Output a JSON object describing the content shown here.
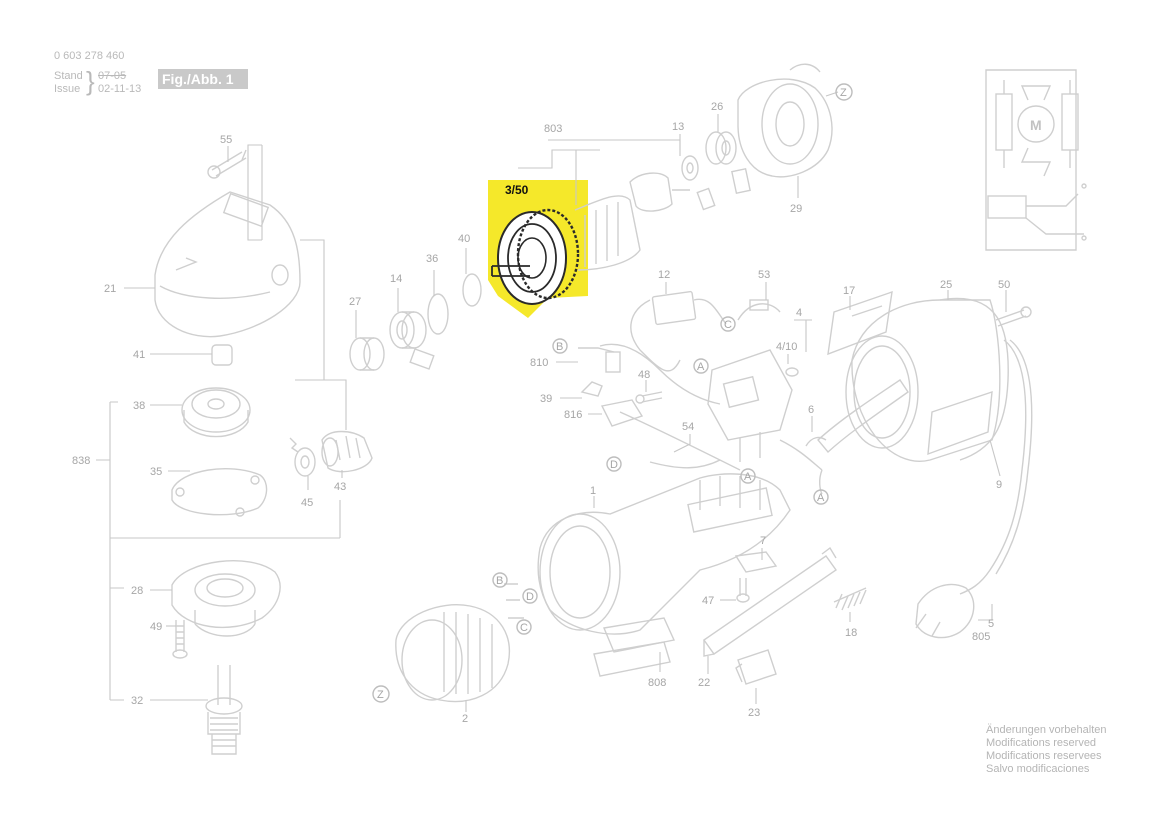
{
  "header": {
    "part_number": "0 603 278 460",
    "stand_label": "Stand",
    "stand_value": "07-05",
    "issue_label": "Issue",
    "issue_value": "02-11-13",
    "figure_label": "Fig./Abb. 1"
  },
  "highlight": {
    "label": "3/50",
    "color": "#f5e82a"
  },
  "parts": {
    "p55": "55",
    "p21": "21",
    "p41": "41",
    "p38": "38",
    "p838": "838",
    "p35": "35",
    "p28": "28",
    "p49": "49",
    "p32": "32",
    "p27": "27",
    "p14": "14",
    "p36": "36",
    "p40": "40",
    "p45": "45",
    "p43": "43",
    "p803": "803",
    "p13": "13",
    "p26": "26",
    "p29": "29",
    "p12": "12",
    "p53": "53",
    "p4": "4",
    "p4_10": "4/10",
    "p17": "17",
    "p25": "25",
    "p50": "50",
    "p810": "810",
    "p48": "48",
    "p39": "39",
    "p816": "816",
    "p54": "54",
    "p6": "6",
    "p9": "9",
    "p1": "1",
    "p7": "7",
    "p47": "47",
    "p18": "18",
    "p808": "808",
    "p22": "22",
    "p23": "23",
    "p2": "2",
    "p5": "5",
    "p805": "805"
  },
  "callouts": {
    "z1": "Z",
    "z2": "Z",
    "a1": "A",
    "a2": "A",
    "a3": "A",
    "b1": "B",
    "b2": "B",
    "c1": "C",
    "c2": "C",
    "d1": "D",
    "d2": "D"
  },
  "schematic": {
    "motor": "M"
  },
  "notes": [
    "Änderungen vorbehalten",
    "Modifications reserved",
    "Modifications reservees",
    "Salvo modificaciones"
  ]
}
